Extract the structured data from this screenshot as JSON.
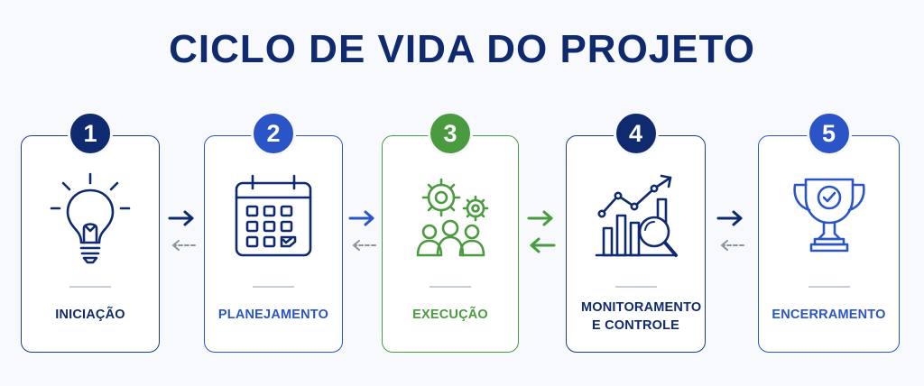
{
  "title": "CICLO DE VIDA DO PROJETO",
  "colors": {
    "navy": "#0f2a6e",
    "blue": "#2b55c6",
    "green": "#4a9a3f",
    "gray_arrow": "#8a93a3"
  },
  "steps": [
    {
      "number": "1",
      "label": "INICIAÇÃO",
      "icon": "lightbulb-icon",
      "theme": "navy"
    },
    {
      "number": "2",
      "label": "PLANEJAMENTO",
      "icon": "calendar-icon",
      "theme": "blue"
    },
    {
      "number": "3",
      "label": "EXECUÇÃO",
      "icon": "gears-team-icon",
      "theme": "green"
    },
    {
      "number": "4",
      "label": "MONITORAMENTO E CONTROLE",
      "icon": "chart-magnifier-icon",
      "theme": "navy"
    },
    {
      "number": "5",
      "label": "ENCERRAMENTO",
      "icon": "trophy-icon",
      "theme": "blue"
    }
  ],
  "connectors": [
    {
      "forward": "navy",
      "back": "dashed-gray"
    },
    {
      "forward": "blue",
      "back": "dashed-gray"
    },
    {
      "forward": "green",
      "back": "solid-green"
    },
    {
      "forward": "navy",
      "back": "dashed-gray"
    }
  ]
}
